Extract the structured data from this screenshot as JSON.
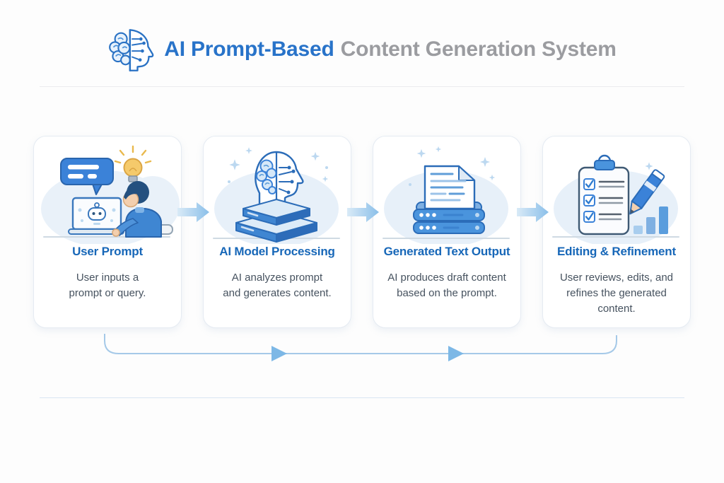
{
  "header": {
    "icon": "ai-brain-head",
    "title_primary": "AI Prompt-Based",
    "title_secondary": "Content Generation System"
  },
  "steps": [
    {
      "title": "User Prompt",
      "description": "User inputs a prompt or query.",
      "description_lines": [
        "User inputs a",
        "prompt or query."
      ],
      "illustration": "user-typing-at-laptop-with-speech-bubble-and-lightbulb"
    },
    {
      "title": "AI Model Processing",
      "description": "AI analyzes prompt and generates content.",
      "description_lines": [
        "AI analyzes prompt",
        "and generates content."
      ],
      "illustration": "half-brain-half-circuit-head-on-server-stack"
    },
    {
      "title": "Generated Text Output",
      "description": "AI produces draft content based on the prompt.",
      "description_lines": [
        "AI produces draft content",
        "based on the prompt."
      ],
      "illustration": "document-emerging-from-printer-server"
    },
    {
      "title": "Editing & Refinement",
      "description": "User reviews, edits, and refines the generated content.",
      "description_lines": [
        "User reviews, edits, and",
        "refines the generated",
        "content."
      ],
      "illustration": "checklist-clipboard-with-pencil-and-bar-chart"
    }
  ],
  "flow": {
    "step_arrow": "right-arrow",
    "bottom_connector": "flow-line-from-step-1-to-step-4-with-two-right-arrowheads"
  },
  "colors": {
    "title_primary": "#2873c9",
    "title_secondary": "#9b9ca0",
    "step_title": "#1767b8",
    "step_description": "#46525f",
    "accent_blue": "#4a94dd",
    "outline_blue": "#2b6cb8",
    "light_blue_fill": "#e7f0f9",
    "arrow_light_blue": "#8abfe9",
    "card_border": "#e5ebf2",
    "background": "#fdfdfd"
  }
}
